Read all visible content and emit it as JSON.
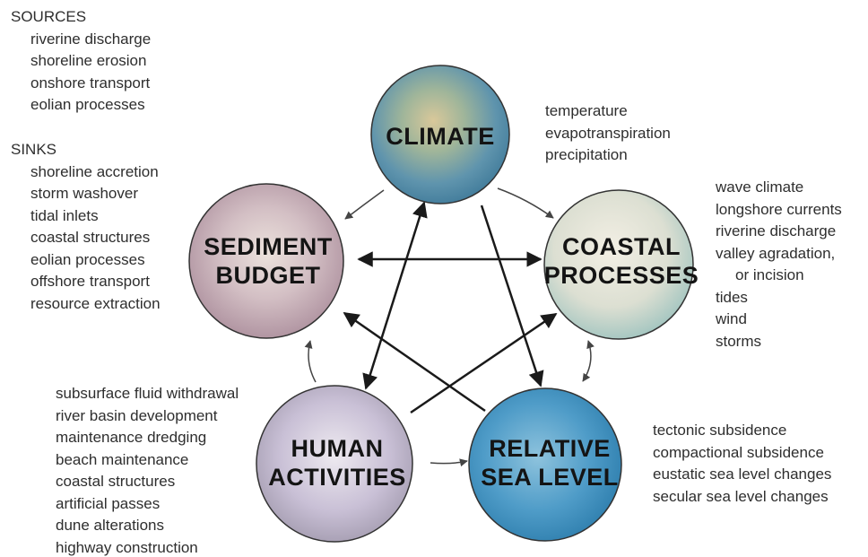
{
  "nodes": {
    "climate": {
      "label_lines": [
        "CLIMATE"
      ]
    },
    "sediment": {
      "label_lines": [
        "SEDIMENT",
        "BUDGET"
      ]
    },
    "coastal": {
      "label_lines": [
        "COASTAL",
        "PROCESSES"
      ]
    },
    "human": {
      "label_lines": [
        "HUMAN",
        "ACTIVITIES"
      ]
    },
    "sealevel": {
      "label_lines": [
        "RELATIVE",
        "SEA LEVEL"
      ]
    }
  },
  "sources": {
    "title": "SOURCES",
    "items": [
      "riverine discharge",
      "shoreline erosion",
      "onshore transport",
      "eolian processes"
    ]
  },
  "sinks": {
    "title": "SINKS",
    "items": [
      "shoreline accretion",
      "storm washover",
      "tidal inlets",
      "coastal structures",
      "eolian processes",
      "offshore transport",
      "resource extraction"
    ]
  },
  "climate_factors": [
    "temperature",
    "evapotranspiration",
    "precipitation"
  ],
  "coastal_factors": [
    "wave climate",
    "longshore currents",
    "riverine discharge",
    "valley agradation,",
    "or incision",
    "tides",
    "wind",
    "storms"
  ],
  "human_factors": [
    "subsurface fluid withdrawal",
    "river basin development",
    "maintenance dredging",
    "beach maintenance",
    "coastal structures",
    "artificial passes",
    "dune alterations",
    "highway construction"
  ],
  "sealevel_factors": [
    "tectonic subsidence",
    "compactional subsidence",
    "eustatic sea level changes",
    "secular sea level changes"
  ],
  "colors": {
    "arrow": "#1a1a1a",
    "arrow_light": "#444444",
    "circle_stroke": "#333333"
  }
}
